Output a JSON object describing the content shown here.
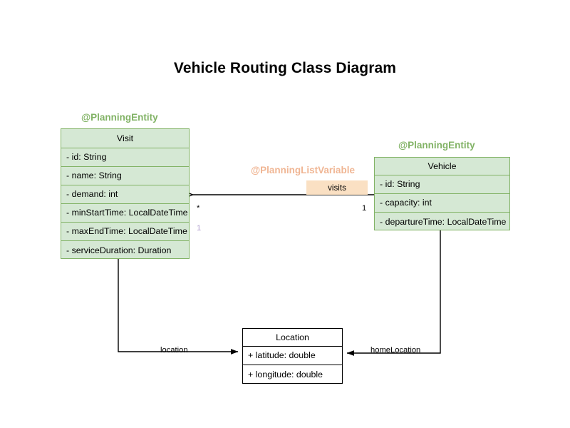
{
  "diagram": {
    "title": "Vehicle Routing Class Diagram",
    "type": "uml-class-diagram",
    "colors": {
      "class_fill": "#d5e8d4",
      "class_border": "#82b366",
      "annotation_green": "#82b366",
      "annotation_orange": "#f0b694",
      "chip_fill": "#fae0c3",
      "plain_fill": "#ffffff",
      "plain_border": "#000000",
      "multiplicity_lavender": "#b3a2cf",
      "edge": "#000000",
      "background": "#ffffff"
    }
  },
  "classes": [
    {
      "id": "visit",
      "name": "Visit",
      "annotation": "@PlanningEntity",
      "annotation_color": "green",
      "style": "green",
      "attributes": [
        "- id: String",
        "- name: String",
        "- demand: int",
        "- minStartTime: LocalDateTime",
        "- maxEndTime: LocalDateTime",
        "- serviceDuration: Duration"
      ]
    },
    {
      "id": "vehicle",
      "name": "Vehicle",
      "annotation": "@PlanningEntity",
      "annotation_color": "green",
      "style": "green",
      "attributes": [
        "- id: String",
        "- capacity: int",
        "- departureTime: LocalDateTime"
      ]
    },
    {
      "id": "location",
      "name": "Location",
      "annotation": "",
      "annotation_color": "",
      "style": "plain",
      "attributes": [
        "+ latitude: double",
        "+ longitude: double"
      ]
    }
  ],
  "relationships": [
    {
      "id": "vehicle-visits",
      "from": "vehicle",
      "to": "visit",
      "label": "visits",
      "annotation": "@PlanningListVariable",
      "source_multiplicity": "1",
      "target_multiplicity": "*",
      "extra_multiplicity": "1"
    },
    {
      "id": "visit-location",
      "from": "visit",
      "to": "location",
      "label": "location",
      "annotation": "",
      "source_multiplicity": "",
      "target_multiplicity": ""
    },
    {
      "id": "vehicle-homelocation",
      "from": "vehicle",
      "to": "location",
      "label": "homeLocation",
      "annotation": "",
      "source_multiplicity": "",
      "target_multiplicity": ""
    }
  ]
}
